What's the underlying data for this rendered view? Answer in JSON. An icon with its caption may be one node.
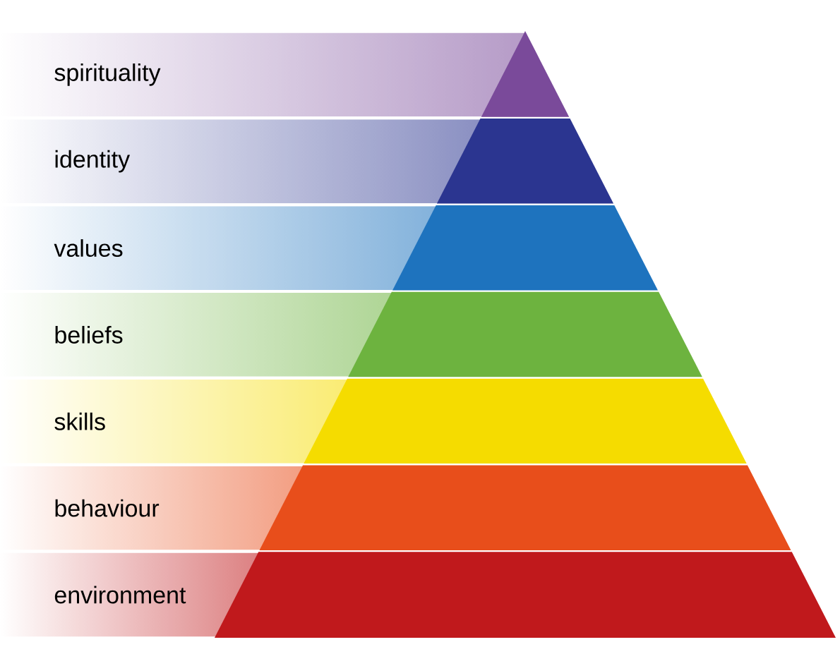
{
  "diagram": {
    "nodes": [
      {
        "text": [
          "spirituality"
        ]
      },
      {
        "text": [
          "identity"
        ]
      },
      {
        "text": [
          "values"
        ]
      },
      {
        "text": [
          "beliefs"
        ]
      },
      {
        "text": [
          "skills"
        ]
      },
      {
        "text": [
          "behaviour"
        ]
      },
      {
        "text": [
          "environment"
        ]
      }
    ]
  }
}
